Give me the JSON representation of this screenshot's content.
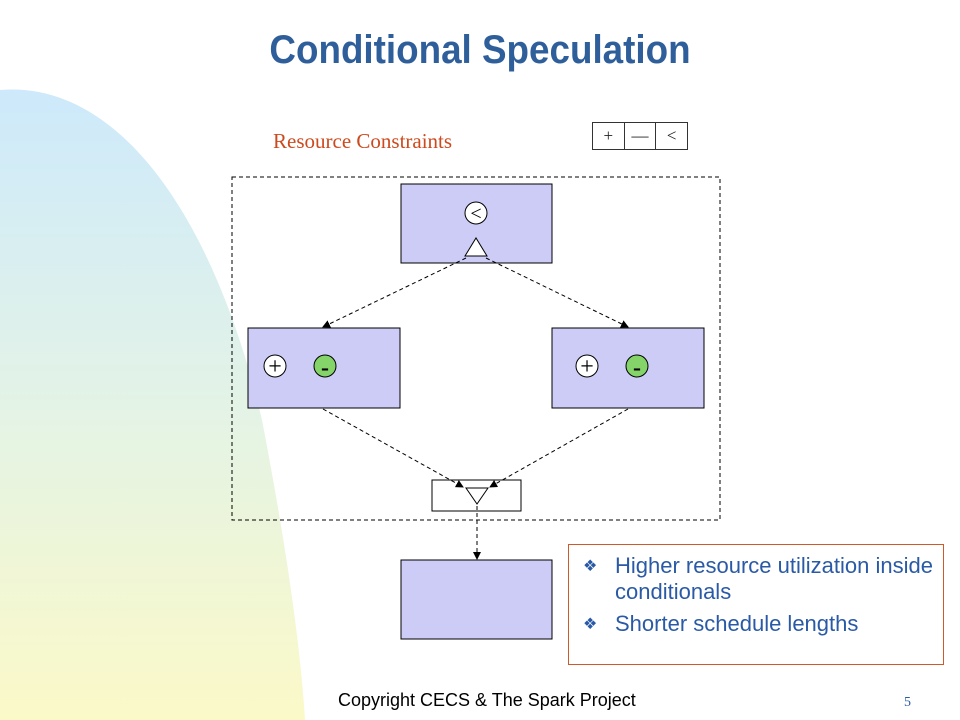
{
  "slide": {
    "title": "Conditional Speculation",
    "resource_label": "Resource Constraints",
    "resource_units": [
      "+",
      "—",
      "<"
    ],
    "bullets": [
      "Higher resource utilization inside conditionals",
      "Shorter schedule lengths"
    ],
    "footer": "Copyright CECS & The Spark Project",
    "page_number": "5"
  },
  "diagram": {
    "top_op": "<",
    "left_ops": [
      "+",
      "-"
    ],
    "right_ops": [
      "+",
      "-"
    ]
  },
  "colors": {
    "block_fill": "#ccccf6",
    "minus_op_fill": "#84d46a",
    "title": "#2f5f9b",
    "bullet_text": "#2a5aa6",
    "label": "#cc4a1e"
  }
}
